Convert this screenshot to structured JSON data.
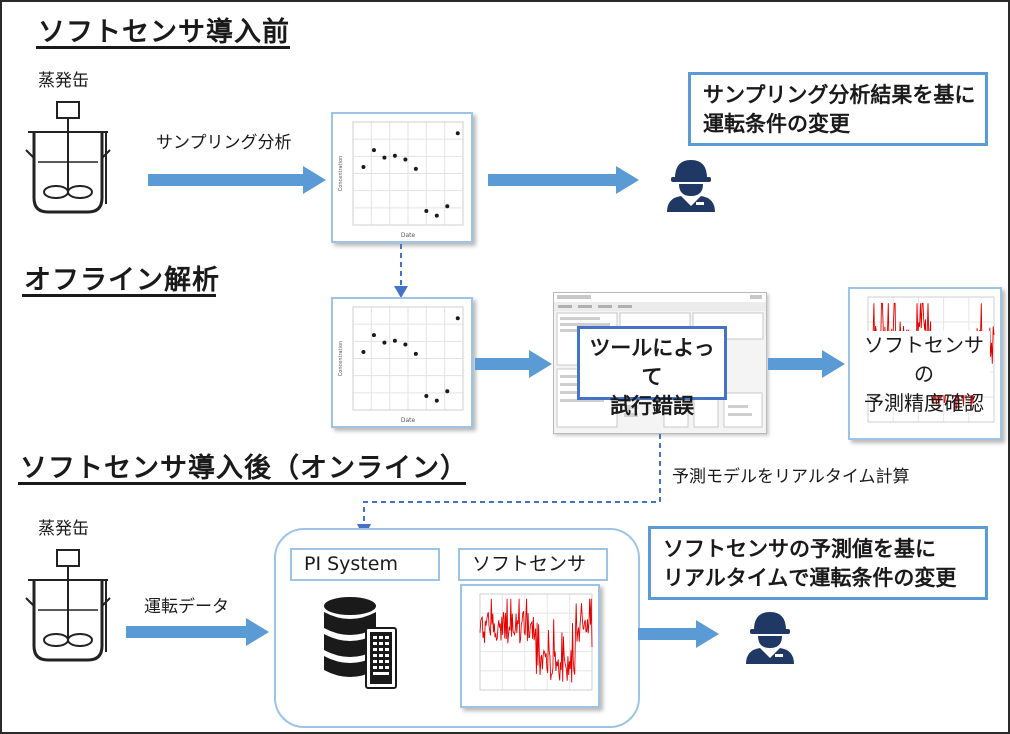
{
  "sections": {
    "before": {
      "title": "ソフトセンサ導入前"
    },
    "offline": {
      "title": "オフライン解析"
    },
    "after": {
      "title": "ソフトセンサ導入後（オンライン）"
    }
  },
  "labels": {
    "evaporator_top": "蒸発缶",
    "evaporator_bottom": "蒸発缶",
    "sampling": "サンプリング分析",
    "operation_data": "運転データ",
    "realtime_calc": "予測モデルをリアルタイム計算"
  },
  "boxes": {
    "sampling_result": {
      "line1": "サンプリング分析結果を基に",
      "line2": "運転条件の変更"
    },
    "tool": {
      "line1": "ツールによって",
      "line2": "試行錯誤"
    },
    "accuracy": {
      "line1": "ソフトセンサの",
      "line2": "予測精度確認"
    },
    "softsensor_result": {
      "line1": "ソフトセンサの予測値を基に",
      "line2": "リアルタイムで運転条件の変更"
    }
  },
  "system": {
    "pi_system": "PI System",
    "soft_sensor": "ソフトセンサ"
  },
  "chart_data": [
    {
      "type": "scatter",
      "xlabel": "Date",
      "ylabel": "Concentration",
      "x": [
        1,
        2,
        3,
        4,
        5,
        6,
        7,
        8,
        9,
        10
      ],
      "y": [
        0.62,
        0.8,
        0.72,
        0.74,
        0.7,
        0.6,
        0.15,
        0.1,
        0.2,
        0.98
      ],
      "xlim": [
        0,
        10.5
      ],
      "ylim": [
        0,
        1.1
      ]
    },
    {
      "type": "scatter",
      "xlabel": "Date",
      "ylabel": "Concentration",
      "x": [
        1,
        2,
        3,
        4,
        5,
        6,
        7,
        8,
        9,
        10
      ],
      "y": [
        0.62,
        0.8,
        0.72,
        0.74,
        0.7,
        0.6,
        0.15,
        0.1,
        0.2,
        0.98
      ],
      "xlim": [
        0,
        10.5
      ],
      "ylim": [
        0,
        1.1
      ]
    }
  ],
  "colors": {
    "arrow": "#5b9bd5",
    "box_border": "#5b9bd5",
    "frame_border": "#9dc3e6",
    "dashed_line": "#4472c4",
    "operator": "#1f3864",
    "trend": "#e60000"
  },
  "icons": {
    "evaporator": "evaporator-tank-icon",
    "operator": "operator-helmet-icon",
    "database": "database-server-icon"
  }
}
